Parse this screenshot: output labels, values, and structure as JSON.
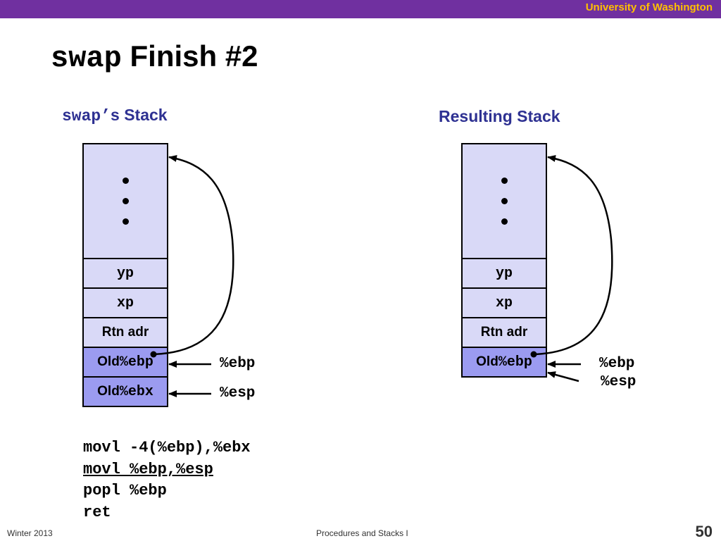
{
  "header": {
    "university": "University of Washington"
  },
  "slide": {
    "title_code": "swap",
    "title_rest": " Finish #2",
    "left_heading_code": "swap’",
    "left_heading_rest": "s Stack",
    "right_heading": "Resulting Stack"
  },
  "left_stack": {
    "cells": [
      "yp",
      "xp",
      "Rtn adr"
    ],
    "old_ebp_text": "Old ",
    "old_ebp_reg": "%ebp",
    "old_ebx_text": "Old ",
    "old_ebx_reg": "%ebx",
    "ebp_label": "%ebp",
    "esp_label": "%esp"
  },
  "right_stack": {
    "cells": [
      "yp",
      "xp",
      "Rtn adr"
    ],
    "old_ebp_text": "Old ",
    "old_ebp_reg": "%ebp",
    "ebp_label": "%ebp",
    "esp_label": "%esp"
  },
  "code": [
    "movl -4(%ebp),%ebx",
    "movl %ebp,%esp",
    "popl %ebp",
    "ret"
  ],
  "footer": {
    "left": "Winter 2013",
    "center": "Procedures and Stacks I",
    "page_number": "50"
  },
  "colors": {
    "topbar": "#7030a0",
    "university_text": "#ffc000",
    "heading": "#2e3192",
    "stack_fill": "#d9d9f7",
    "stack_highlight": "#9b9bf0"
  }
}
